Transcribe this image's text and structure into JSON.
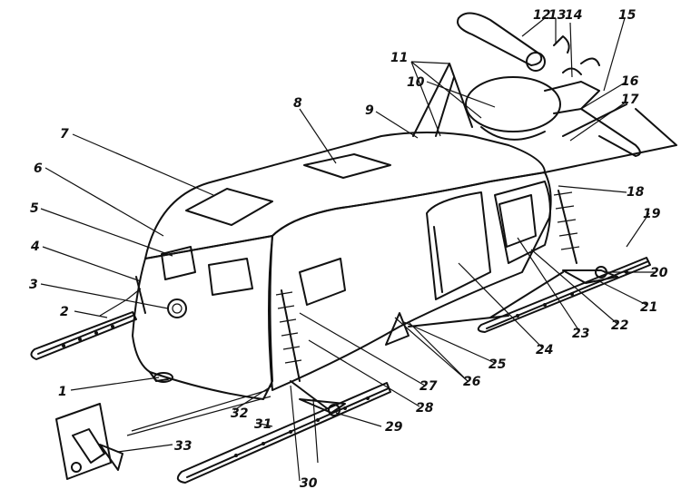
{
  "figure": {
    "callouts": [
      "1",
      "2",
      "3",
      "4",
      "5",
      "6",
      "7",
      "8",
      "9",
      "10",
      "11",
      "12",
      "13",
      "14",
      "15",
      "16",
      "17",
      "18",
      "19",
      "20",
      "21",
      "22",
      "23",
      "24",
      "25",
      "26",
      "27",
      "28",
      "29",
      "30",
      "31",
      "32",
      "33"
    ]
  },
  "icons": {
    "diagram": "aerosled-line-drawing"
  }
}
